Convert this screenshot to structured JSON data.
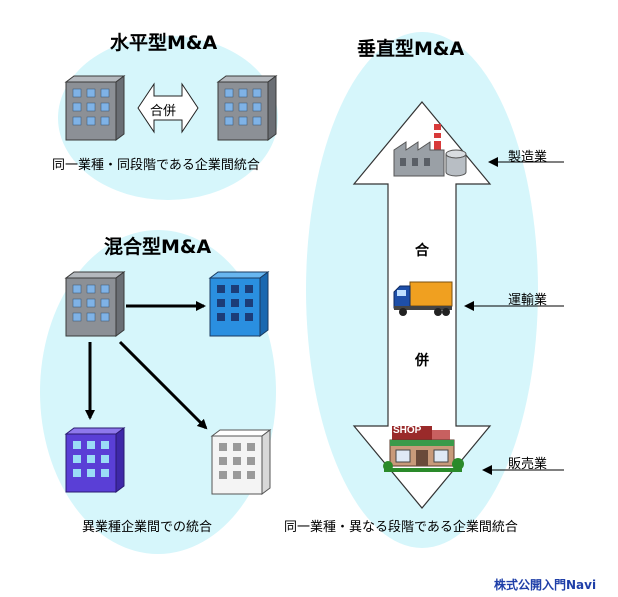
{
  "horizontal": {
    "title": "水平型M&A",
    "merge_label": "合併",
    "caption": "同一業種・同段階である企業間統合"
  },
  "conglomerate": {
    "title": "混合型M&A",
    "caption": "異業種企業間での統合"
  },
  "vertical": {
    "title": "垂直型M&A",
    "center_top": "合",
    "center_bottom": "併",
    "stages": [
      "製造業",
      "運輸業",
      "販売業"
    ],
    "shop_sign": "SHOP",
    "caption": "同一業種・異なる段階である企業間統合"
  },
  "credit": "株式公開入門Navi",
  "colors": {
    "ellipse": "#d6f6fb",
    "building_gray": "#8c9096",
    "building_blue": "#2a8fe0",
    "building_purple": "#5a3fd6",
    "building_white": "#f4f4f4",
    "credit": "#1f3fa8"
  }
}
